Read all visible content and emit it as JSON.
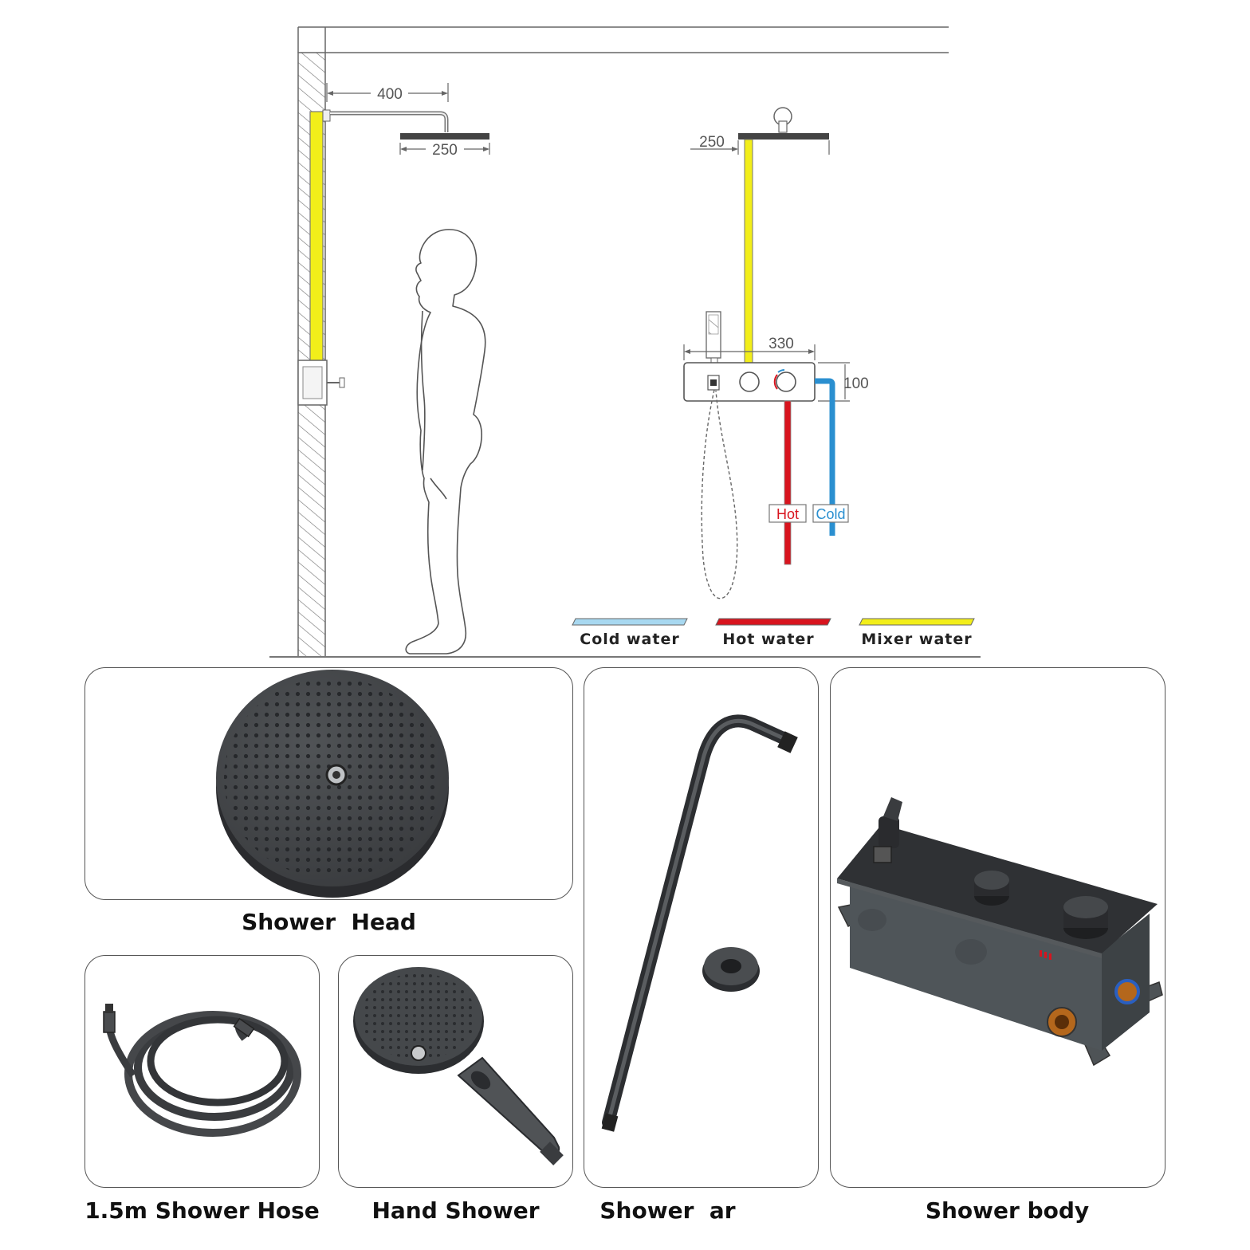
{
  "dimensions": {
    "arm_length": "400",
    "head_width_side": "250",
    "head_width_front": "250",
    "panel_width": "330",
    "panel_height": "100"
  },
  "pipe_tags": {
    "hot": "Hot",
    "cold": "Cold"
  },
  "legend": [
    {
      "label": "Cold water",
      "color": "#a8d8f0"
    },
    {
      "label": "Hot water",
      "color": "#d8141e"
    },
    {
      "label": "Mixer water",
      "color": "#f2ee1a"
    }
  ],
  "colors": {
    "mixer": "#f2ee1a",
    "hot": "#d8141e",
    "cold": "#2a8fd0",
    "metal": "#3b3d40"
  },
  "components": [
    {
      "id": "shower-head",
      "caption": "Shower  Head",
      "icon": "rain-shower-head-icon"
    },
    {
      "id": "shower-hose",
      "caption": "1.5m Shower Hose",
      "icon": "hose-coil-icon"
    },
    {
      "id": "hand-shower",
      "caption": "Hand Shower",
      "icon": "hand-shower-icon"
    },
    {
      "id": "shower-arm",
      "caption": "Shower  ar",
      "icon": "shower-arm-icon"
    },
    {
      "id": "shower-body",
      "caption": "Shower body",
      "icon": "valve-body-icon"
    }
  ]
}
